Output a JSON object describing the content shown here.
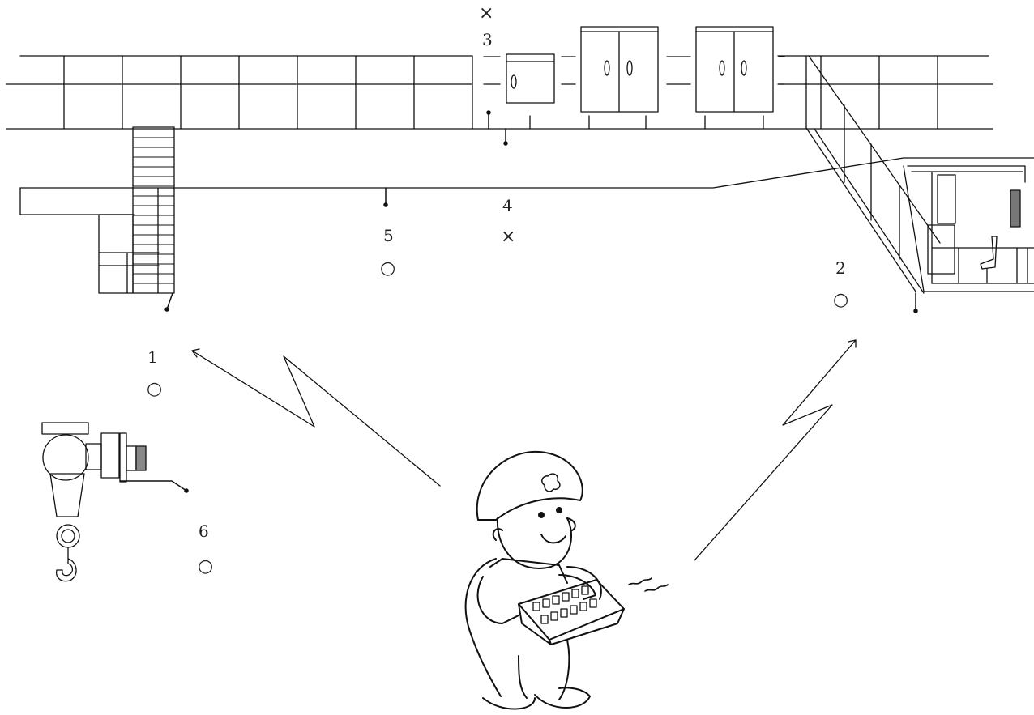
{
  "colors": {
    "line": "#111111",
    "hatch": "#777777",
    "background": "#ffffff"
  },
  "points": [
    {
      "number": "1",
      "mark": "○"
    },
    {
      "number": "2",
      "mark": "○"
    },
    {
      "number": "3",
      "mark": "×"
    },
    {
      "number": "4",
      "mark": "×"
    },
    {
      "number": "5",
      "mark": "○"
    },
    {
      "number": "6",
      "mark": "○"
    }
  ],
  "icons": [
    "crane-girder",
    "ladder",
    "operator-cab",
    "control-panel",
    "hoist-hook",
    "radio-signal",
    "operator-with-remote"
  ]
}
